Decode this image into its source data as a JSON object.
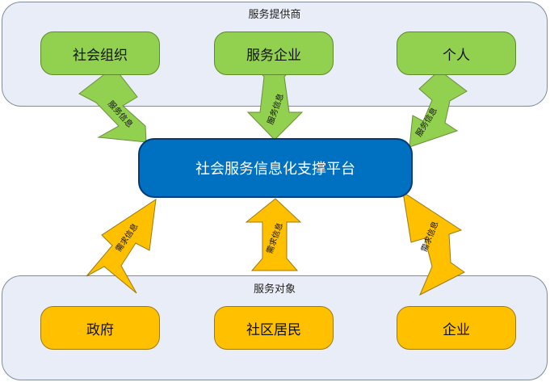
{
  "providers": {
    "title": "服务提供商",
    "nodes": [
      {
        "label": "社会组织"
      },
      {
        "label": "服务企业"
      },
      {
        "label": "个人"
      }
    ]
  },
  "platform": {
    "label": "社会服务信息化支撑平台"
  },
  "consumers": {
    "title": "服务对象",
    "nodes": [
      {
        "label": "政府"
      },
      {
        "label": "社区居民"
      },
      {
        "label": "企业"
      }
    ]
  },
  "arrows": {
    "provider_label": "服务信息",
    "consumer_label": "需求信息"
  },
  "colors": {
    "provider_fill": "#92d050",
    "consumer_fill": "#ffc000",
    "platform_fill": "#0070c0",
    "group_fill": "#e9edf7"
  }
}
